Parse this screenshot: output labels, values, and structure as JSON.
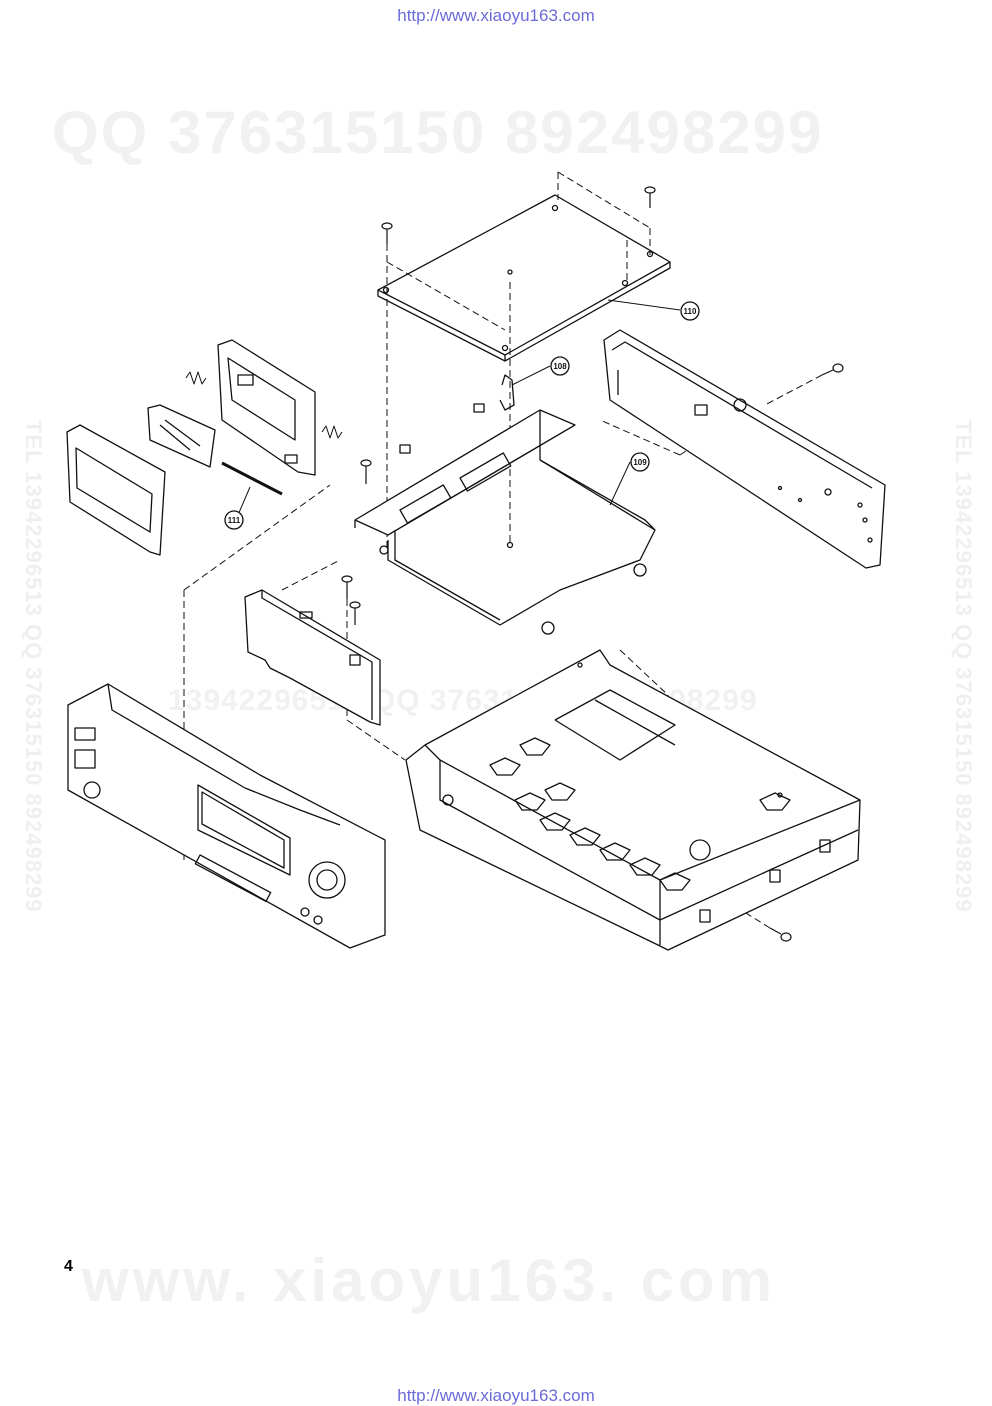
{
  "header": {
    "url": "http://www.xiaoyu163.com"
  },
  "footer": {
    "url": "http://www.xiaoyu163.com"
  },
  "watermarks": {
    "top": "QQ 376315150   892498299",
    "middle": "13942296513       QQ 376315150  892498299",
    "left_side": "TEL 13942296513  QQ 376315150  892498299",
    "right_side": "TEL 13942296513  QQ 376315150  892498299",
    "bottom": "www. xiaoyu163. com"
  },
  "page_number": "4",
  "callouts": {
    "c110": "110",
    "c108": "108",
    "c109": "109",
    "c111": "111"
  }
}
